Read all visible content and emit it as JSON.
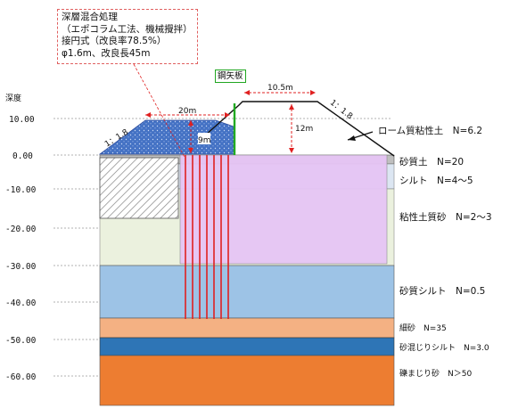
{
  "note": {
    "lines": [
      "深層混合処理",
      "（エポコラム工法、機械攪拌）",
      "接円式（改良率78.5%）",
      "φ1.6m、改良長45m"
    ]
  },
  "sheet_pile_label": "鋼矢板",
  "axis": {
    "title": "深度",
    "ticks": [
      "10.00",
      "0.00",
      "-10.00",
      "-20.00",
      "-30.00",
      "-40.00",
      "-50.00",
      "-60.00"
    ]
  },
  "dimensions": {
    "top_width_right": "10.5m",
    "berm_width": "20m",
    "height_right": "12m",
    "height_left": "9m",
    "slope_left": "1：1.8",
    "slope_right": "1：1.8"
  },
  "layers": [
    {
      "label": "ローム質粘性土　N=6.2",
      "color": "#ffffff"
    },
    {
      "label": "砂質土　N=20",
      "color": "#bfbfbf"
    },
    {
      "label": "シルト　N=4～5",
      "color": "#dce6f2"
    },
    {
      "label": "粘性土質砂　N=2～3",
      "color": "#ebf1de"
    },
    {
      "label": "砂質シルト　N=0.5",
      "color": "#9dc3e6"
    },
    {
      "label": "細砂　N=35",
      "color": "#f4b183"
    },
    {
      "label": "砂混じりシルト　N=3.0",
      "color": "#2e75b6"
    },
    {
      "label": "礫まじり砂　N＞50",
      "color": "#ed7d31"
    }
  ],
  "colors": {
    "improved_zone": "#e6c5f5",
    "embankment": "#4472c4",
    "piles": "#e02020",
    "sheet_pile": "#22aa22",
    "dimension": "#e02020"
  }
}
